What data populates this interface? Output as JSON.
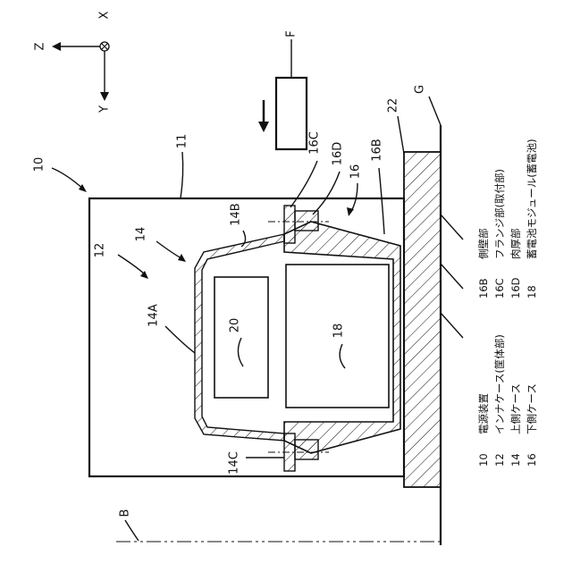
{
  "labels": {
    "ref_10": "10",
    "ref_11": "11",
    "ref_12": "12",
    "ref_14": "14",
    "ref_14a": "14A",
    "ref_14b": "14B",
    "ref_14c": "14C",
    "ref_16": "16",
    "ref_16b": "16B",
    "ref_16c": "16C",
    "ref_16d": "16D",
    "ref_18": "18",
    "ref_20": "20",
    "ref_22": "22",
    "ref_f": "F",
    "ref_g": "G",
    "ref_b": "B"
  },
  "axes": {
    "x": "X",
    "y": "Y",
    "z": "Z"
  },
  "legend": {
    "left": [
      {
        "code": "10",
        "name": "電源装置"
      },
      {
        "code": "12",
        "name": "インナケース(筐体部)"
      },
      {
        "code": "14",
        "name": "上側ケース"
      },
      {
        "code": "16",
        "name": "下側ケース"
      }
    ],
    "right": [
      {
        "code": "16B",
        "name": "側壁部"
      },
      {
        "code": "16C",
        "name": "フランジ部(取付部)"
      },
      {
        "code": "16D",
        "name": "肉厚部"
      },
      {
        "code": "18",
        "name": "蓄電池モジュール(蓄電池)"
      }
    ]
  }
}
